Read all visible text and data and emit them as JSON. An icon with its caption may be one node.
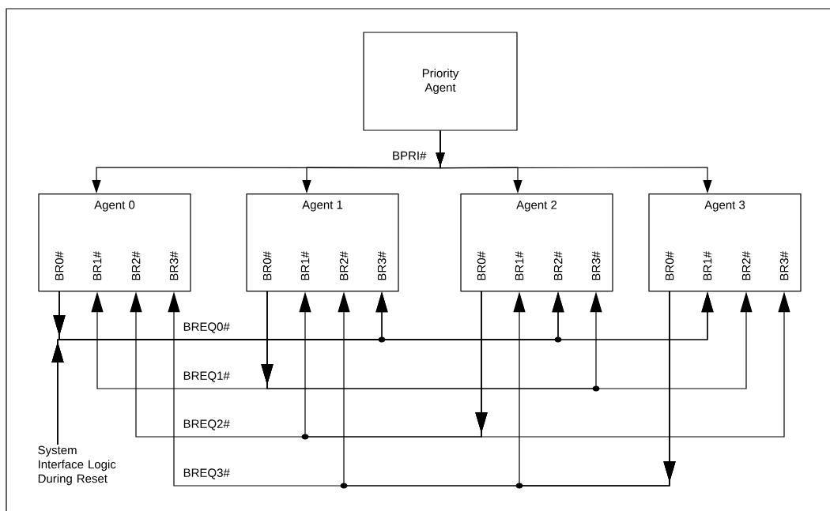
{
  "diagram": {
    "nodes": [
      {
        "text": [
          "Priority Agent"
        ]
      },
      {
        "text": [
          "Agent 0"
        ]
      },
      {
        "text": [
          "BR0#"
        ],
        "in": 1
      },
      {
        "text": [
          "BR1#"
        ],
        "in": 1
      },
      {
        "text": [
          "BR2#"
        ],
        "in": 1
      },
      {
        "text": [
          "BR3#"
        ],
        "in": 1
      },
      {
        "text": [
          "Agent 1"
        ]
      },
      {
        "text": [
          "BR0#"
        ],
        "in": 6
      },
      {
        "text": [
          "BR1#"
        ],
        "in": 6
      },
      {
        "text": [
          "BR2#"
        ],
        "in": 6
      },
      {
        "text": [
          "BR3#"
        ],
        "in": 6
      },
      {
        "text": [
          "Agent 2"
        ]
      },
      {
        "text": [
          "BR0#"
        ],
        "in": 11
      },
      {
        "text": [
          "BR1#"
        ],
        "in": 11
      },
      {
        "text": [
          "BR2#"
        ],
        "in": 11
      },
      {
        "text": [
          "BR3#"
        ],
        "in": 11
      },
      {
        "text": [
          "Agent 3"
        ]
      },
      {
        "text": [
          "BR0#"
        ],
        "in": 16
      },
      {
        "text": [
          "BR1#"
        ],
        "in": 16
      },
      {
        "text": [
          "BR2#"
        ],
        "in": 16
      },
      {
        "text": [
          "BR3#"
        ],
        "in": 16
      },
      {
        "text": [
          "System Interface Logic During Reset"
        ]
      }
    ],
    "edges": [
      {
        "from": 0,
        "to": 1,
        "arrow": "to"
      },
      {
        "from": 0,
        "to": 6,
        "arrow": "to"
      },
      {
        "from": 0,
        "to": 11,
        "arrow": "to"
      },
      {
        "from": 0,
        "to": 16,
        "arrow": "to"
      },
      {
        "from": 2,
        "to": 10,
        "arrow": "to"
      },
      {
        "from": 2,
        "to": 14,
        "arrow": "to"
      },
      {
        "from": 2,
        "to": 18,
        "arrow": "to"
      },
      {
        "from": 21,
        "to": 10,
        "arrow": "to"
      },
      {
        "from": 21,
        "to": 14,
        "arrow": "to"
      },
      {
        "from": 21,
        "to": 18,
        "arrow": "to"
      },
      {
        "from": 7,
        "to": 3,
        "arrow": "to"
      },
      {
        "from": 7,
        "to": 15,
        "arrow": "to"
      },
      {
        "from": 7,
        "to": 19,
        "arrow": "to"
      },
      {
        "from": 12,
        "to": 4,
        "arrow": "to"
      },
      {
        "from": 12,
        "to": 8,
        "arrow": "to"
      },
      {
        "from": 12,
        "to": 20,
        "arrow": "to"
      },
      {
        "from": 17,
        "to": 5,
        "arrow": "to"
      },
      {
        "from": 17,
        "to": 9,
        "arrow": "to"
      },
      {
        "from": 17,
        "to": 13,
        "arrow": "to"
      }
    ],
    "labels": [
      "BPRI#",
      "BREQ0#",
      "BREQ1#",
      "BREQ2#",
      "BREQ3#"
    ]
  }
}
